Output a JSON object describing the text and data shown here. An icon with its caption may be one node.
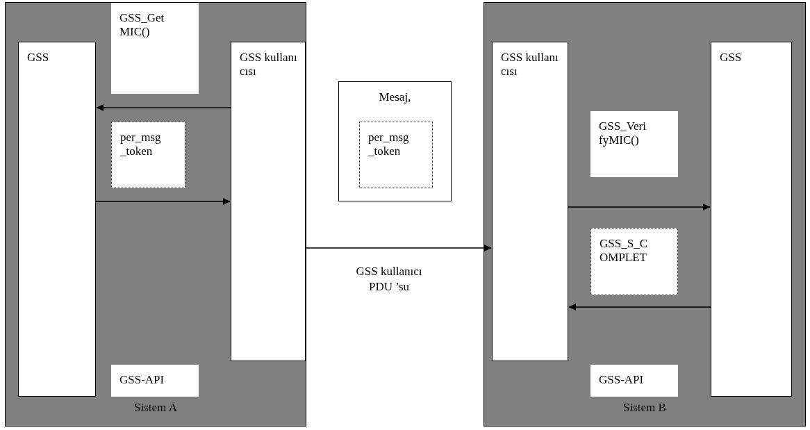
{
  "diagram": {
    "nodes": [
      {
        "text": [
          "Sistem A"
        ]
      },
      {
        "text": [
          "GSS_Get MIC()"
        ],
        "in": 0
      },
      {
        "text": [
          "GSS"
        ],
        "in": 0
      },
      {
        "text": [
          "GSS kullanı cısı"
        ],
        "in": 0
      },
      {
        "text": [
          "per_msg _token"
        ],
        "in": 0
      },
      {
        "text": [
          "GSS-API"
        ],
        "in": 0
      },
      {
        "text": [
          "Mesaj,"
        ]
      },
      {
        "text": [
          "per_msg _token"
        ],
        "in": 6
      },
      {
        "text": [
          "Sistem B"
        ]
      },
      {
        "text": [
          "GSS kullanı cısı"
        ],
        "in": 8
      },
      {
        "text": [
          "GSS"
        ],
        "in": 8
      },
      {
        "text": [
          "GSS_Veri fyMIC()"
        ],
        "in": 8
      },
      {
        "text": [
          "GSS_S_C OMPLET"
        ],
        "in": 8
      },
      {
        "text": [
          "GSS-API"
        ],
        "in": 8
      }
    ],
    "edges": [
      {
        "from": 3,
        "to": 2,
        "arrow": "to"
      },
      {
        "from": 2,
        "to": 3,
        "arrow": "to"
      },
      {
        "from": 3,
        "to": 9,
        "arrow": "to",
        "label": "GSS kullanıcı PDU ’su"
      },
      {
        "from": 9,
        "to": 10,
        "arrow": "to"
      },
      {
        "from": 10,
        "to": 9,
        "arrow": "to"
      }
    ]
  }
}
